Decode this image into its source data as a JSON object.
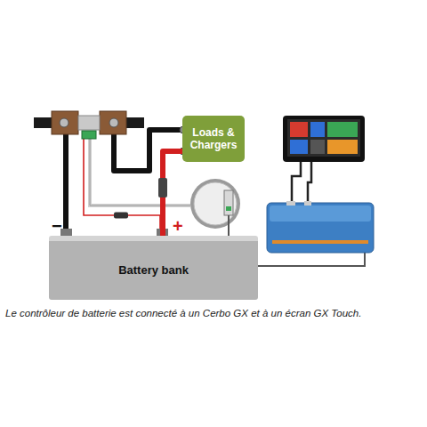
{
  "diagram": {
    "caption": "Le contrôleur de batterie est connecté à un Cerbo GX et à un écran GX Touch.",
    "nodes": [
      {
        "text": [
          "Loads & Chargers"
        ]
      },
      {
        "text": [
          "Battery bank"
        ]
      }
    ],
    "edges": [
      {
        "from": 1,
        "to": 0,
        "arrow": "none"
      }
    ],
    "labels": [
      "−",
      "+"
    ]
  }
}
